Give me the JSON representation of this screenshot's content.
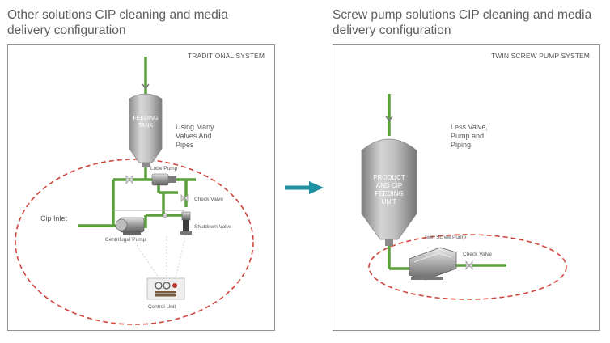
{
  "left": {
    "heading": "Other solutions CIP cleaning and media delivery configuration",
    "system_label": "TRADITIONAL SYSTEM",
    "tank_label_line1": "FEEDING",
    "tank_label_line2": "TANK",
    "callout_line1": "Using Many",
    "callout_line2": "Valves And",
    "callout_line3": "Pipes",
    "lobe_pump": "Lobe Pump",
    "check_valve": "Check Valve",
    "cip_inlet": "Cip Inlet",
    "shutdown_valve": "Shutdown Valve",
    "centrifugal_pump": "Centrifugal Pump",
    "control_unit": "Control Unit"
  },
  "right": {
    "heading": "Screw pump solutions CIP cleaning and media delivery configuration",
    "system_label": "TWIN SCREW PUMP SYSTEM",
    "tank_line1": "PRODUCT",
    "tank_line2": "AND CIP",
    "tank_line3": "FEEDING",
    "tank_line4": "UNIT",
    "callout_line1": "Less Valve,",
    "callout_line2": "Pump and",
    "callout_line3": "Piping",
    "twin_screw_pump": "Twin Screw Pump",
    "check_valve": "Check Valve"
  },
  "colors": {
    "pipe": "#5aa03a",
    "dashed_outline": "#d0463c",
    "arrow": "#1f8fa3",
    "tank": "#b9b9b9",
    "panel_border": "#8f8f8f"
  }
}
